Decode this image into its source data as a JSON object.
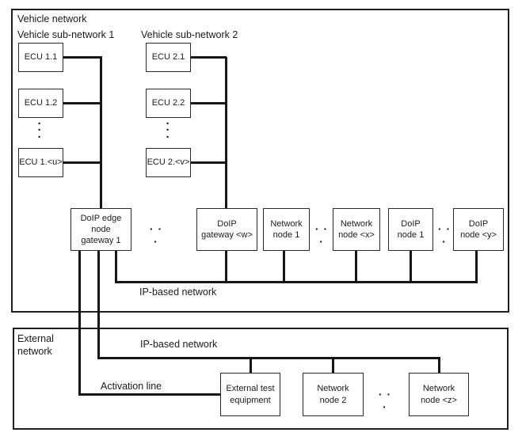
{
  "vehicle_network": {
    "label": "Vehicle network",
    "subnet1": {
      "label": "Vehicle sub-network 1",
      "ecu1": "ECU 1.1",
      "ecu2": "ECU 1.2",
      "ecu3": "ECU 1.<u>"
    },
    "subnet2": {
      "label": "Vehicle sub-network 2",
      "ecu1": "ECU 2.1",
      "ecu2": "ECU 2.2",
      "ecu3": "ECU 2.<v>"
    },
    "gateway_row": {
      "edge_gateway": "DoIP edge\nnode\ngateway  1",
      "doip_gateway_w": "DoIP\ngateway <w>",
      "network_node_1": "Network\nnode  1",
      "network_node_x": "Network\nnode <x>",
      "doip_node_1": "DoIP\nnode 1",
      "doip_node_y": "DoIP\nnode <y>"
    },
    "ip_bus_label": "IP-based network"
  },
  "external_network": {
    "label": "External\nnetwork",
    "ip_bus_label": "IP-based network",
    "activation_label": "Activation line",
    "test_equipment": "External test\nequipment",
    "network_node_2": "Network\nnode  2",
    "network_node_z": "Network\nnode <z>"
  },
  "icons": {
    "h_ellipsis": "· · ·",
    "v_ellipsis": "·\n·\n·"
  },
  "colors": {
    "line": "#161616",
    "text": "#1a1a1a",
    "background": "#ffffff"
  }
}
